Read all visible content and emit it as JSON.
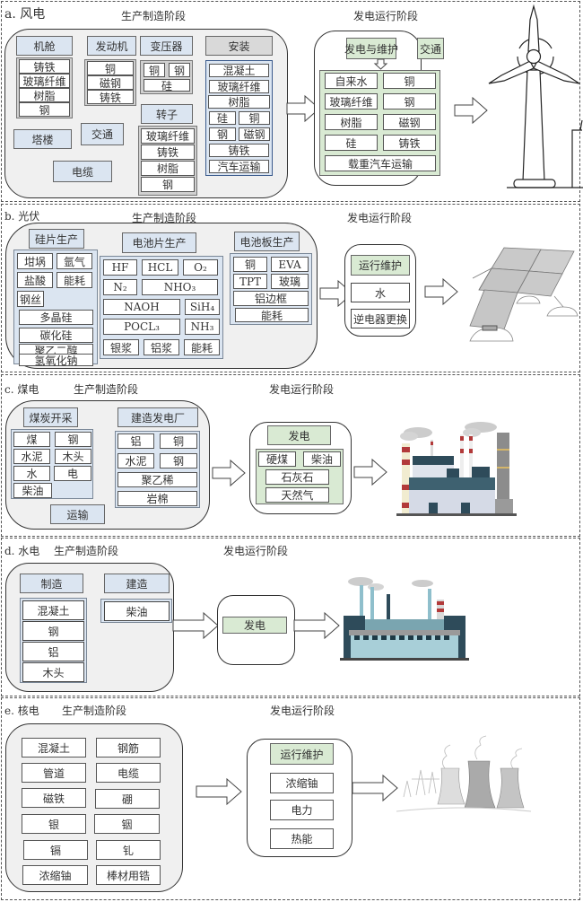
{
  "stage_labels": {
    "production": "生产制造阶段",
    "operation": "发电运行阶段"
  },
  "wind": {
    "title": "a. 风电",
    "nacelle": {
      "label": "机舱",
      "items": [
        "铸铁",
        "玻璃纤维",
        "树脂",
        "钢"
      ]
    },
    "engine": {
      "label": "发动机",
      "items": [
        "铜",
        "磁钢",
        "铸铁"
      ]
    },
    "transformer": {
      "label": "变压器",
      "items": [
        "铜",
        "钢",
        "硅"
      ]
    },
    "rotor": {
      "label": "转子",
      "items": [
        "玻璃纤维",
        "铸铁",
        "树脂",
        "钢"
      ]
    },
    "installation": {
      "label": "安装",
      "items": [
        "混凝土",
        "玻璃纤维",
        "树脂",
        "硅",
        "铜",
        "钢",
        "磁钢",
        "铸铁",
        "汽车运输"
      ]
    },
    "tower": "塔楼",
    "transport": "交通",
    "cable": "电缆",
    "operation": {
      "label": "发电与维护",
      "transport": "交通",
      "items": [
        "自来水",
        "铜",
        "玻璃纤维",
        "钢",
        "树脂",
        "磁钢",
        "硅",
        "铸铁",
        "载重汽车运输"
      ]
    },
    "image": "wind-turbine"
  },
  "solar": {
    "title": "b. 光伏",
    "wafer": {
      "label": "硅片生产",
      "items": [
        "坩埚",
        "氩气",
        "盐酸",
        "能耗",
        "钢丝",
        "多晶硅",
        "碳化硅",
        "聚乙二醇",
        "氢氧化钠"
      ]
    },
    "cell": {
      "label": "电池片生产",
      "items": [
        "HF",
        "HCL",
        "O₂",
        "N₂",
        "NHO₃",
        "NAOH",
        "SiH₄",
        "POCL₃",
        "NH₃",
        "银浆",
        "铝浆",
        "能耗"
      ]
    },
    "panel": {
      "label": "电池板生产",
      "items": [
        "铜",
        "EVA",
        "TPT",
        "玻璃",
        "铝边框",
        "能耗"
      ]
    },
    "operation": {
      "label": "运行维护",
      "items": [
        "水",
        "逆电器更换"
      ]
    },
    "image": "solar-panel-array"
  },
  "coal": {
    "title": "c. 煤电",
    "mining": {
      "label": "煤炭开采",
      "items": [
        "煤",
        "钢",
        "水泥",
        "木头",
        "水",
        "电",
        "柴油"
      ]
    },
    "plant": {
      "label": "建造发电厂",
      "items": [
        "铝",
        "铜",
        "水泥",
        "钢",
        "聚乙稀",
        "岩棉"
      ]
    },
    "transport": "运输",
    "operation": {
      "label": "发电",
      "items": [
        "硬煤",
        "柴油",
        "石灰石",
        "天然气"
      ]
    },
    "image": "coal-power-plant"
  },
  "hydro": {
    "title": "d. 水电",
    "manufacture": {
      "label": "制造",
      "items": [
        "混凝土",
        "钢",
        "铝",
        "木头"
      ]
    },
    "construct": {
      "label": "建造",
      "items": [
        "柴油"
      ]
    },
    "operation": {
      "label": "发电"
    },
    "image": "hydro-power-plant"
  },
  "nuclear": {
    "title": "e. 核电",
    "items": [
      "混凝土",
      "钢筋",
      "管道",
      "电缆",
      "磁铁",
      "硼",
      "银",
      "铟",
      "镉",
      "钆",
      "浓缩铀",
      "棒材用锆"
    ],
    "operation": {
      "label": "运行维护",
      "items": [
        "浓缩铀",
        "电力",
        "热能"
      ]
    },
    "image": "cooling-towers"
  }
}
